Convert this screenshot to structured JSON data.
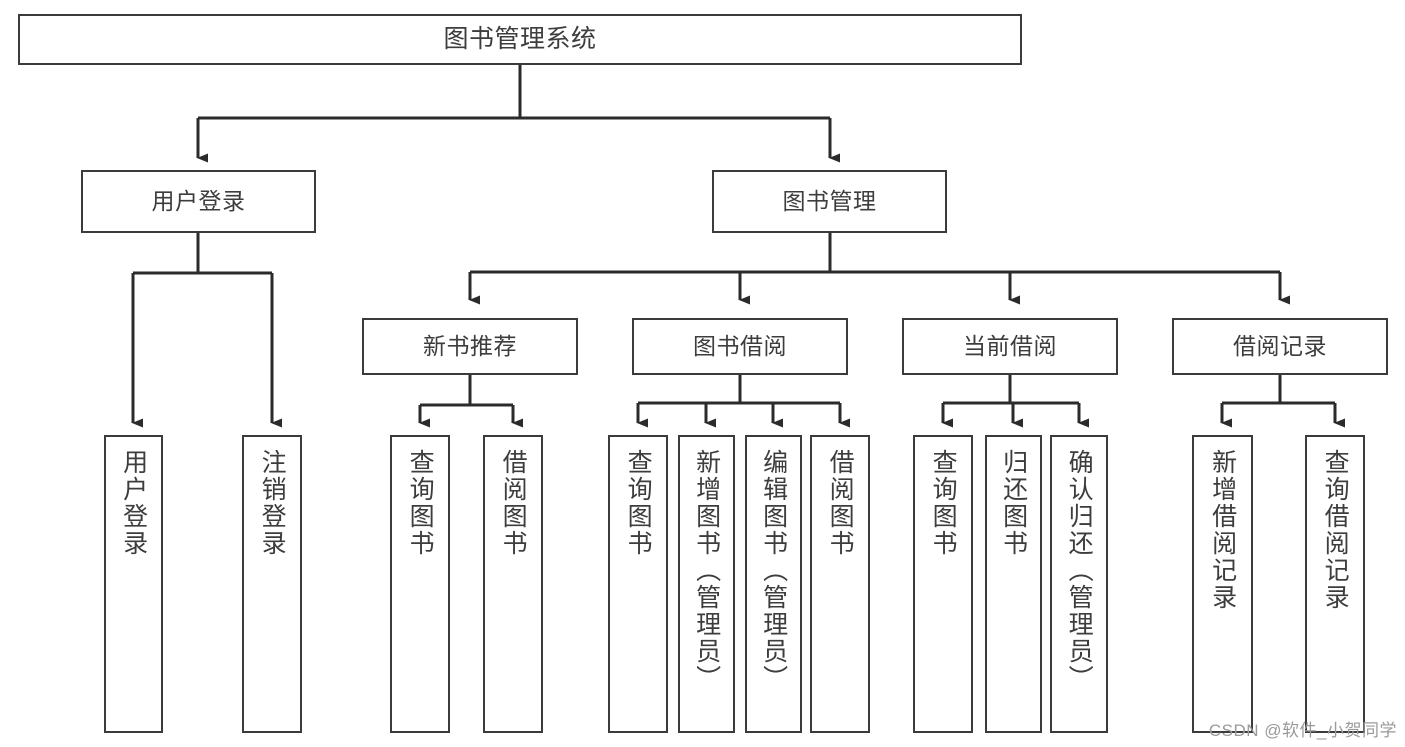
{
  "diagram": {
    "title": "图书管理系统",
    "watermark": "CSDN @软件_小贺同学",
    "colors": {
      "box_border": "#3b3b3b",
      "connector": "#2b2b2b",
      "text": "#3d3d3d",
      "background": "#ffffff",
      "watermark": "#9a9a9a"
    },
    "root": {
      "label": "图书管理系统"
    },
    "level2": [
      {
        "label": "用户登录"
      },
      {
        "label": "图书管理"
      }
    ],
    "level3": [
      {
        "label": "新书推荐"
      },
      {
        "label": "图书借阅"
      },
      {
        "label": "当前借阅"
      },
      {
        "label": "借阅记录"
      }
    ],
    "leaves": {
      "user_login": [
        {
          "label": "用户登录"
        },
        {
          "label": "注销登录"
        }
      ],
      "new_book_recommend": [
        {
          "label": "查询图书"
        },
        {
          "label": "借阅图书"
        }
      ],
      "book_borrow": [
        {
          "label": "查询图书"
        },
        {
          "label": "新增图书（管理员）"
        },
        {
          "label": "编辑图书（管理员）"
        },
        {
          "label": "借阅图书"
        }
      ],
      "current_borrow": [
        {
          "label": "查询图书"
        },
        {
          "label": "归还图书"
        },
        {
          "label": "确认归还（管理员）"
        }
      ],
      "borrow_record": [
        {
          "label": "新增借阅记录"
        },
        {
          "label": "查询借阅记录"
        }
      ]
    }
  }
}
